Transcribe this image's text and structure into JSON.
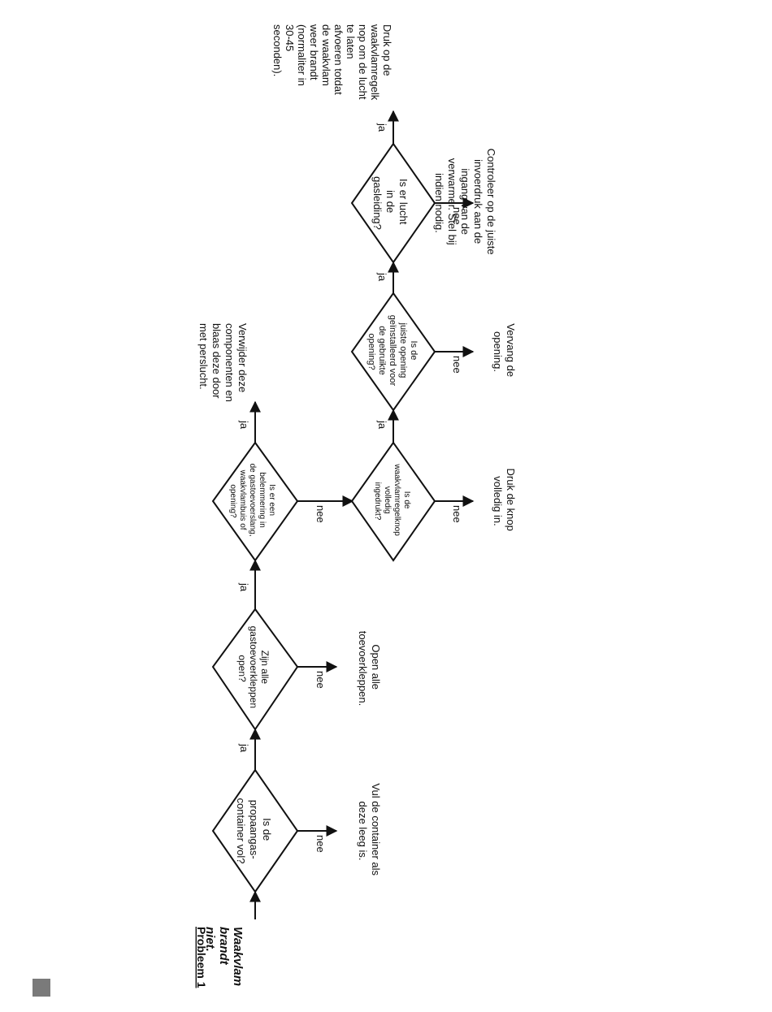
{
  "title": "Probleem 1",
  "start_label": [
    "Waakvlam",
    "brandt",
    "niet."
  ],
  "yes_label": "ja",
  "no_label": "nee",
  "decisions": [
    {
      "id": "d1",
      "text": [
        "Is de",
        "propaangas-",
        "container vol?"
      ]
    },
    {
      "id": "d2",
      "text": [
        "Zijn alle",
        "gastoevoerkleppen",
        "open?"
      ]
    },
    {
      "id": "d3",
      "text": [
        "Is er een",
        "belemmering in",
        "de gastoevoerslang,",
        "waakvlambuis of",
        "opening?"
      ]
    },
    {
      "id": "d4",
      "text": [
        "Is de",
        "waakvlamregelknop",
        "volledig",
        "ingedrukt?"
      ]
    },
    {
      "id": "d5",
      "text": [
        "Is de",
        "juiste opening",
        "geïnstalleerd voor",
        "de gebruikte",
        "opening?"
      ]
    },
    {
      "id": "d6",
      "text": [
        "Is er lucht",
        "in de",
        "gasleiding?"
      ]
    }
  ],
  "actions": {
    "a1": [
      "Vul de container als",
      "deze leeg is."
    ],
    "a2": [
      "Open alle",
      "toevoerkleppen."
    ],
    "a3": [
      "Verwijder deze",
      "componenten en",
      "blaas deze door",
      "met perslucht."
    ],
    "a4": [
      "Druk de knop",
      "volledig in."
    ],
    "a5": [
      "Vervang de",
      "opening."
    ],
    "a6": [
      "Controleer op de juiste",
      "invoerdruk aan de",
      "ingang van de",
      "verwarmer. Stel bij",
      "indien nodig."
    ],
    "a7": [
      "Druk op de",
      "waakvlamregelk",
      "nop om de lucht",
      "te laten",
      "afvoeren totdat",
      "de waakvlam",
      "weer brandt",
      "(normaliter in",
      "30-45",
      "seconden)."
    ]
  },
  "colors": {
    "line": "#111111",
    "page_marker": "#7a7a7a"
  }
}
